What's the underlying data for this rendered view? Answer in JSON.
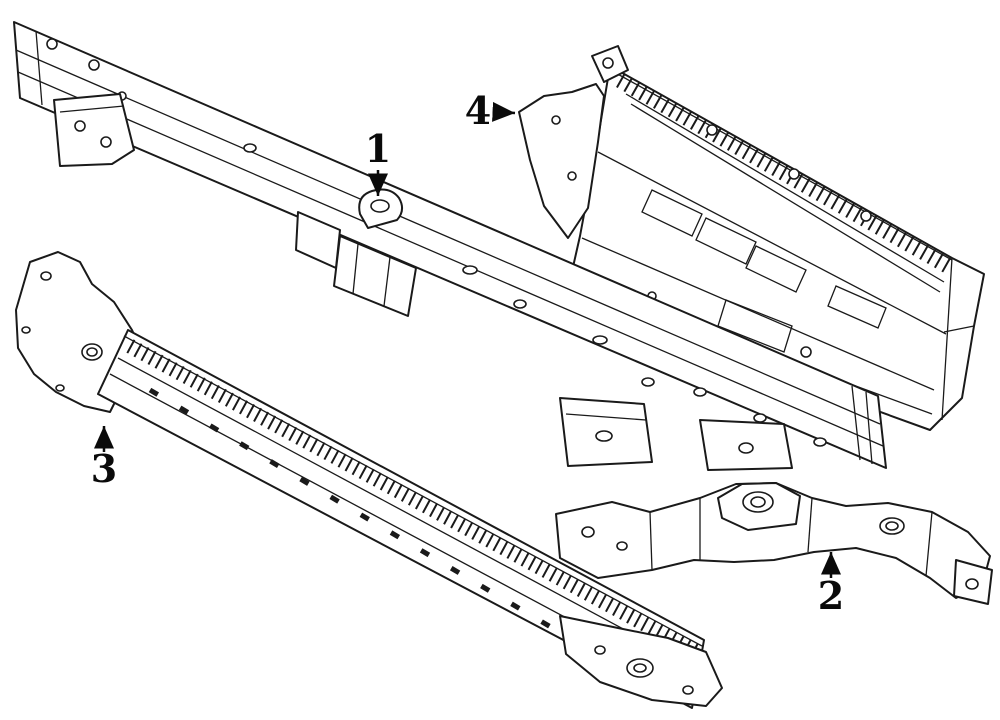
{
  "diagram": {
    "background": "#ffffff",
    "line_color": "#1a1a1a",
    "callouts": [
      {
        "label": "1"
      },
      {
        "label": "2"
      },
      {
        "label": "3"
      },
      {
        "label": "4"
      }
    ]
  }
}
